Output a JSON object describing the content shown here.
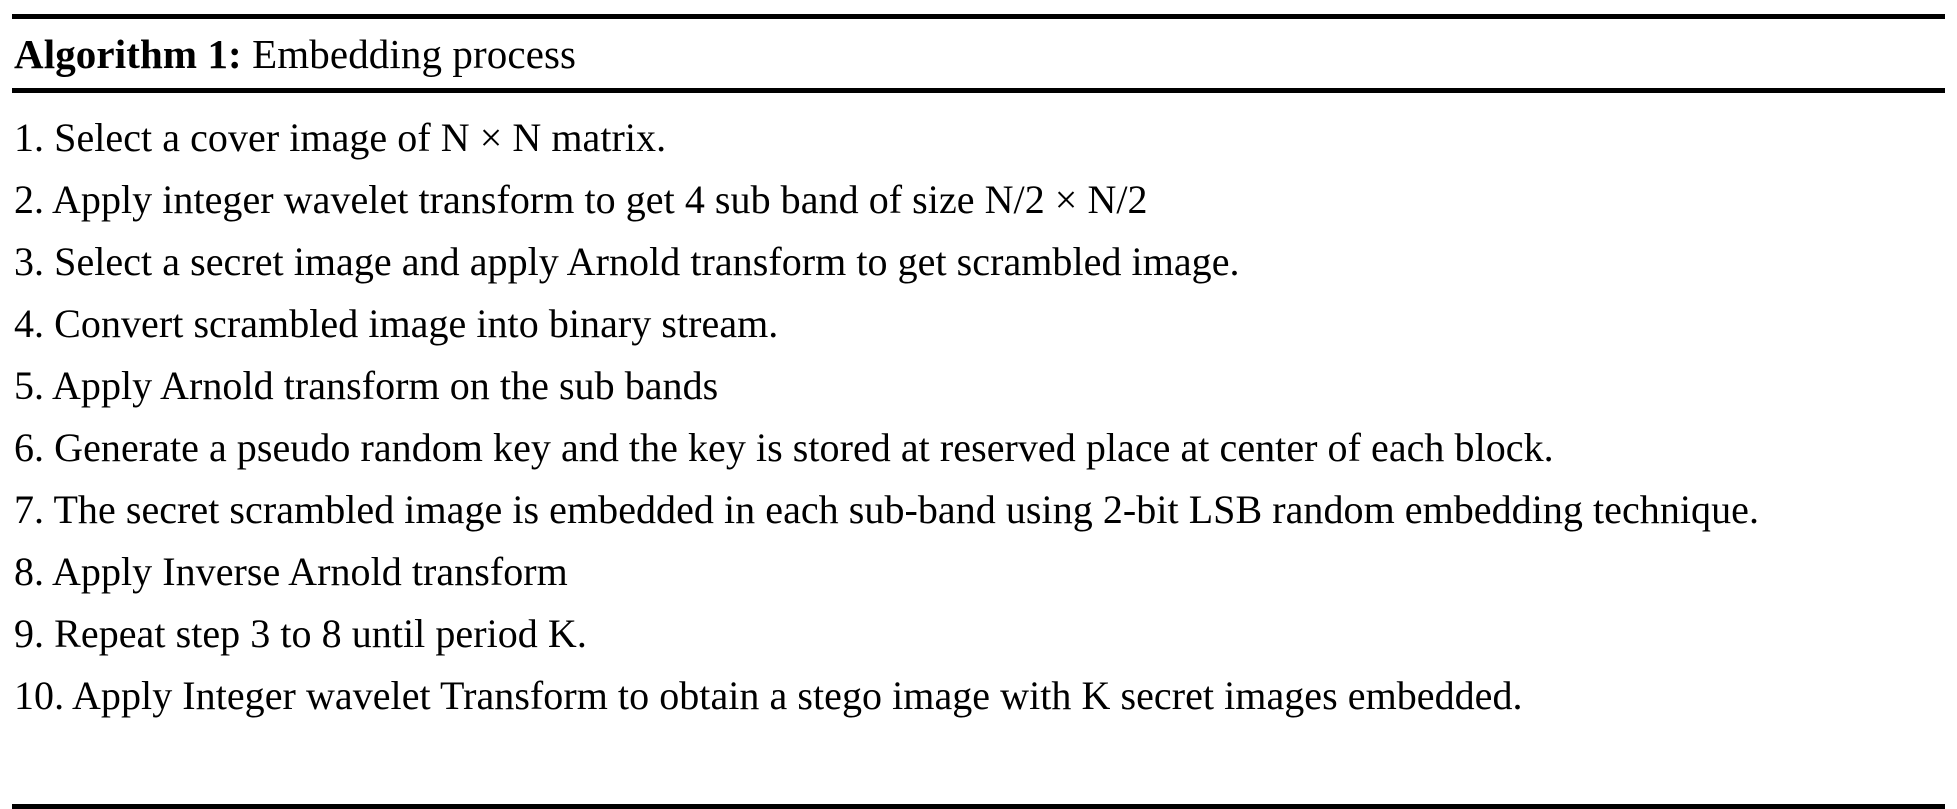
{
  "algorithm": {
    "label": "Algorithm 1:",
    "title": " Embedding process",
    "rule_color": "#000000",
    "steps": [
      {
        "number": "1.",
        "text": "Select a cover image of N × N matrix."
      },
      {
        "number": "2.",
        "text": "Apply integer wavelet transform to get 4 sub band of size N/2 × N/2"
      },
      {
        "number": "3.",
        "text": "Select a secret image and apply Arnold transform to get scrambled image."
      },
      {
        "number": "4.",
        "text": "Convert scrambled image into binary stream."
      },
      {
        "number": "5.",
        "text": "Apply Arnold transform on the sub bands"
      },
      {
        "number": "6.",
        "text": "Generate a pseudo random key and the key is stored at reserved place at center of each block."
      },
      {
        "number": "7.",
        "text": "The secret scrambled image is embedded in each sub-band using 2-bit LSB random embedding technique."
      },
      {
        "number": "8.",
        "text": "Apply Inverse Arnold transform"
      },
      {
        "number": "9.",
        "text": "Repeat step 3 to 8 until period K."
      },
      {
        "number": "10.",
        "text": "Apply Integer wavelet Transform to obtain a stego image with K secret images embedded."
      }
    ]
  }
}
